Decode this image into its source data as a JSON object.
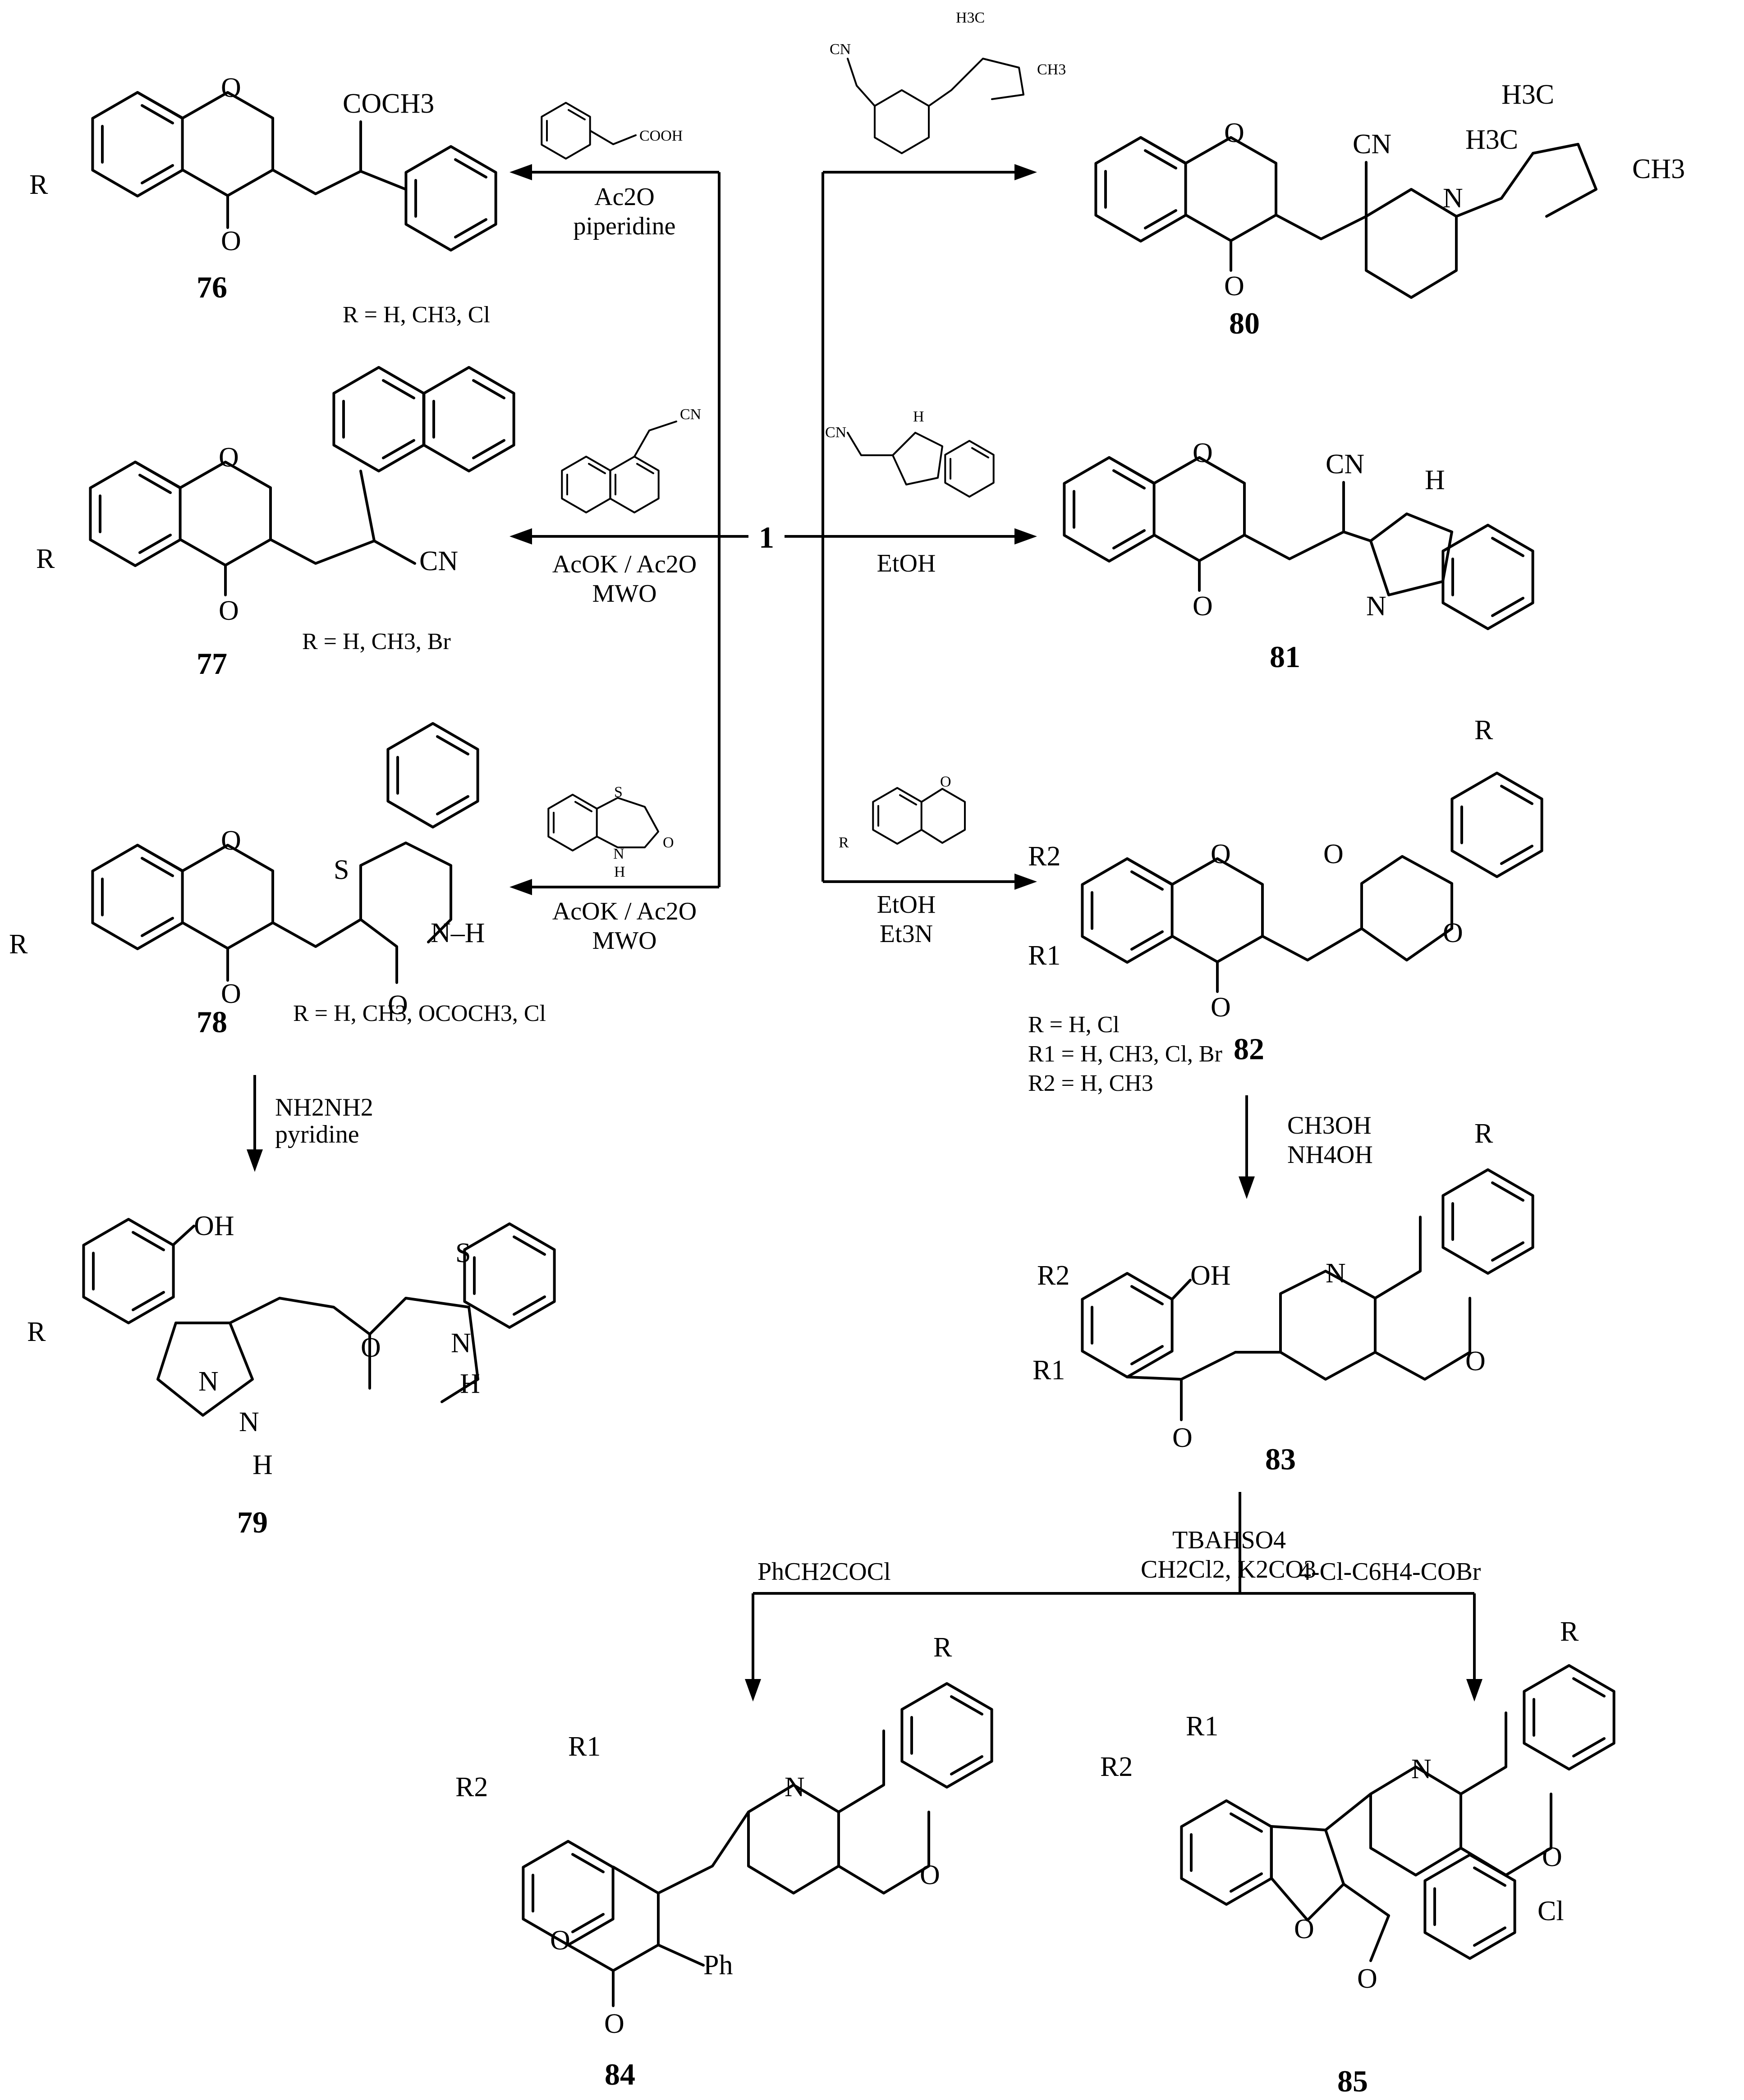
{
  "center": {
    "compound_number": "1"
  },
  "compounds": {
    "c76": {
      "number": "76",
      "r_note": "R = H, CH3, Cl",
      "labels": {
        "o": "O",
        "co": "O",
        "r": "R",
        "acyl": "COCH3"
      }
    },
    "c77": {
      "number": "77",
      "r_note": "R = H, CH3, Br",
      "labels": {
        "o": "O",
        "co": "O",
        "r": "R",
        "cn": "CN"
      }
    },
    "c78": {
      "number": "78",
      "r_note": "R = H, CH3, OCOCH3, Cl",
      "labels": {
        "o": "O",
        "co": "O",
        "r": "R",
        "s": "S",
        "nh": "N–H",
        "co2": "O"
      }
    },
    "c79": {
      "number": "79",
      "labels": {
        "oh": "OH",
        "r": "R",
        "n1": "N",
        "n2": "N",
        "h": "H",
        "s": "S",
        "o": "O",
        "nh": "N",
        "h2": "H"
      }
    },
    "c80": {
      "number": "80",
      "labels": {
        "o": "O",
        "co": "O",
        "cn": "CN",
        "n": "N",
        "h3c_a": "H3C",
        "h3c_b": "H3C",
        "ch3": "CH3"
      }
    },
    "c81": {
      "number": "81",
      "labels": {
        "o": "O",
        "co": "O",
        "cn": "CN",
        "n": "N",
        "h": "H"
      }
    },
    "c82": {
      "number": "82",
      "r_note_1": "R = H, Cl",
      "r_note_2": "R1 = H, CH3, Cl, Br",
      "r_note_3": "R2 = H, CH3",
      "labels": {
        "o": "O",
        "co": "O",
        "r": "R",
        "r1": "R1",
        "r2": "R2"
      }
    },
    "c83": {
      "number": "83",
      "labels": {
        "oh": "OH",
        "n": "N",
        "o": "O",
        "co": "O",
        "r": "R",
        "r1": "R1",
        "r2": "R2"
      }
    },
    "c84": {
      "number": "84",
      "labels": {
        "o": "O",
        "co": "O",
        "n": "N",
        "r": "R",
        "r1": "R1",
        "r2": "R2",
        "ph": "Ph"
      }
    },
    "c85": {
      "number": "85",
      "labels": {
        "o": "O",
        "co": "O",
        "n": "N",
        "r": "R",
        "r1": "R1",
        "r2": "R2",
        "cl": "Cl"
      }
    }
  },
  "reagents": {
    "to76": {
      "line1": "Ac2O",
      "line2": "piperidine",
      "struct_label": "COOH"
    },
    "to77": {
      "line1": "AcOK / Ac2O",
      "line2": "MWO",
      "struct_label": "CN"
    },
    "to78": {
      "line1": "AcOK / Ac2O",
      "line2": "MWO",
      "struct_s": "S",
      "struct_n": "N",
      "struct_h": "H",
      "struct_o": "O"
    },
    "to79": {
      "line1": "NH2NH2",
      "line2": "pyridine"
    },
    "to80": {
      "struct_cn": "CN",
      "struct_h3c": "H3C",
      "struct_ch3": "CH3"
    },
    "to81": {
      "line1": "EtOH",
      "struct_cn": "CN",
      "struct_h": "H"
    },
    "to82": {
      "line1": "EtOH",
      "line2": "Et3N",
      "struct_r": "R",
      "struct_o": "O"
    },
    "to83": {
      "line1": "CH3OH",
      "line2": "NH4OH"
    },
    "to84_85": {
      "line1": "TBAHSO4",
      "line2": "CH2Cl2, K2CO3",
      "left": "PhCH2COCl",
      "right": "4-Cl-C6H4-COBr"
    }
  }
}
